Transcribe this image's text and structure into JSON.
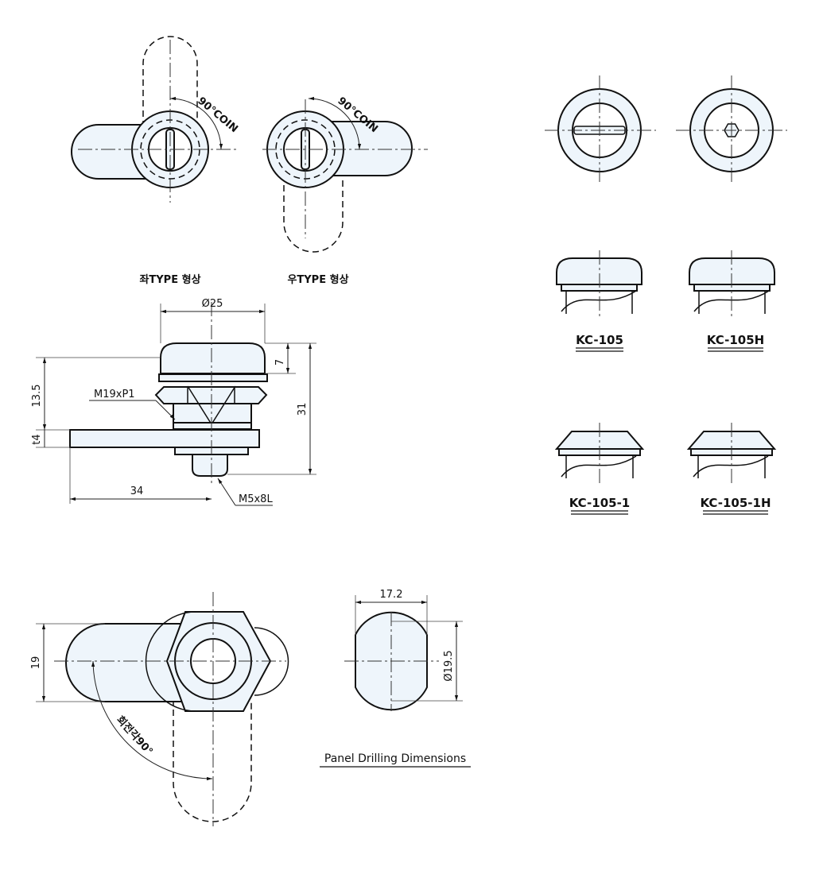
{
  "top_views": {
    "left_caption": "좌TYPE 형상",
    "right_caption": "우TYPE 형상",
    "rotation_note": "90°COIN"
  },
  "side_view": {
    "dim_diameter": "Ø25",
    "dim_cap_height": "7",
    "dim_body_height": "13.5",
    "dim_thickness": "t4",
    "dim_overall": "31",
    "dim_cam_length": "34",
    "thread_label": "M19xP1",
    "screw_label": "M5x8L"
  },
  "variants": [
    {
      "model": "KC-105"
    },
    {
      "model": "KC-105H"
    },
    {
      "model": "KC-105-1"
    },
    {
      "model": "KC-105-1H"
    }
  ],
  "bottom_view": {
    "dim_width": "19",
    "rotation_label": "회전각90°"
  },
  "panel_cutout": {
    "dim_flat": "17.2",
    "dim_diameter": "Ø19.5",
    "caption": "Panel Drilling Dimensions"
  }
}
